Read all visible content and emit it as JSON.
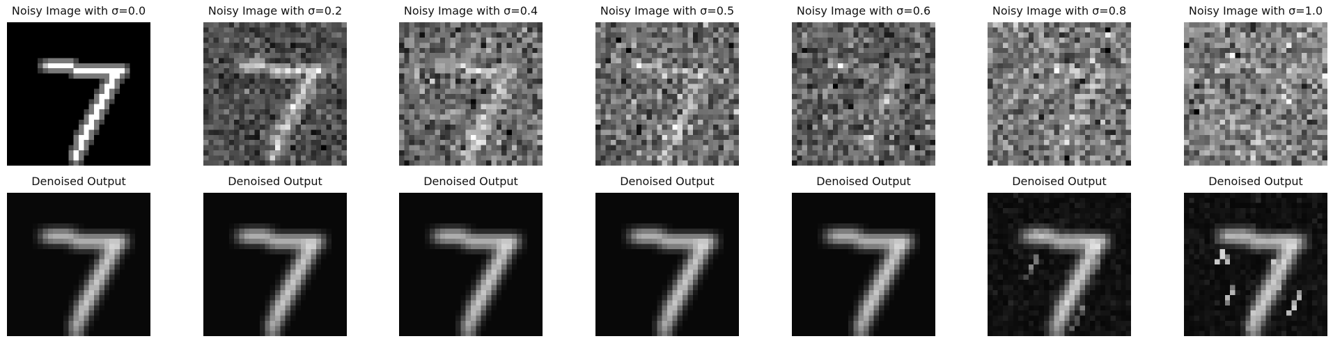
{
  "figure": {
    "rows": [
      {
        "kind": "noisy",
        "titles": [
          "Noisy Image with σ=0.0",
          "Noisy Image with σ=0.2",
          "Noisy Image with σ=0.4",
          "Noisy Image with σ=0.5",
          "Noisy Image with σ=0.6",
          "Noisy Image with σ=0.8",
          "Noisy Image with σ=1.0"
        ],
        "sigmas": [
          0.0,
          0.2,
          0.4,
          0.5,
          0.6,
          0.8,
          1.0
        ]
      },
      {
        "kind": "denoised",
        "titles": [
          "Denoised Output",
          "Denoised Output",
          "Denoised Output",
          "Denoised Output",
          "Denoised Output",
          "Denoised Output",
          "Denoised Output"
        ],
        "sigmas": [
          0.0,
          0.2,
          0.4,
          0.5,
          0.6,
          0.8,
          1.0
        ]
      }
    ],
    "image_grid": 28,
    "colormap": "gray",
    "depicted_digit": "7"
  }
}
